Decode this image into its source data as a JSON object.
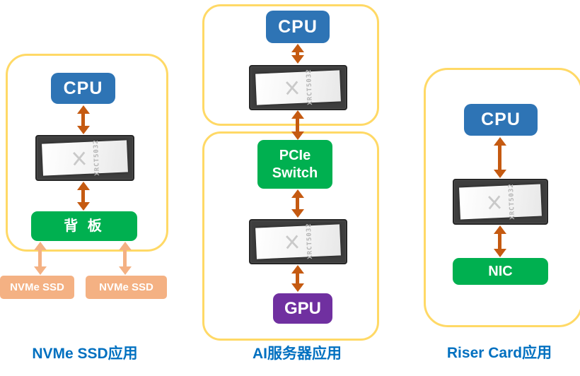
{
  "colors": {
    "cpu_blue": "#2E74B5",
    "green": "#00B050",
    "purple": "#7030A0",
    "peach": "#F4B183",
    "yellow_border": "#FFD966",
    "arrow_orange": "#C55A11",
    "arrow_light": "#F4B183",
    "label_blue": "#0070C0"
  },
  "left": {
    "cpu": "CPU",
    "chip": "XRCT5032",
    "backplane": "背 板",
    "ssd_left": "NVMe SSD",
    "ssd_right": "NVMe SSD",
    "caption": "NVMe SSD应用"
  },
  "middle": {
    "cpu": "CPU",
    "chip_top": "XRCT5032",
    "pcie_switch": "PCIe Switch",
    "chip_bottom": "XRCT5032",
    "gpu": "GPU",
    "caption": "AI服务器应用"
  },
  "right": {
    "cpu": "CPU",
    "chip": "XRCT5032",
    "nic": "NIC",
    "caption": "Riser Card应用"
  }
}
